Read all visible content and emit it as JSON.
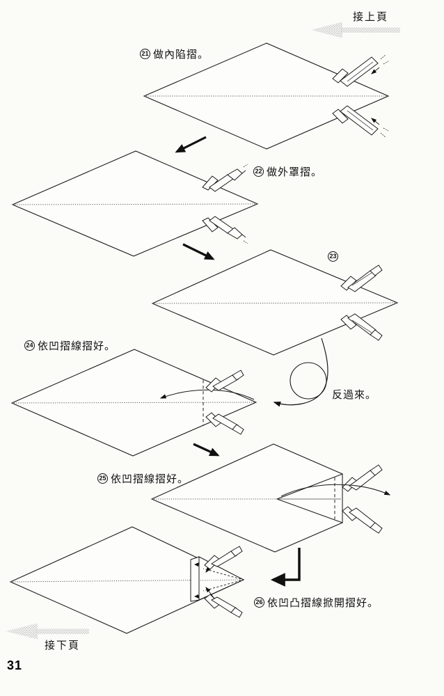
{
  "page": {
    "number": "31",
    "prev_link": "接上頁",
    "next_link": "接下頁"
  },
  "labels": {
    "turn_over": "反過來。"
  },
  "icons": {
    "prev_arrow": "halftone-arrow-left",
    "next_arrow": "halftone-arrow-left"
  },
  "steps": [
    {
      "num": "21",
      "caption": "做內陷摺。"
    },
    {
      "num": "22",
      "caption": "做外罩摺。"
    },
    {
      "num": "23",
      "caption": ""
    },
    {
      "num": "24",
      "caption": "依凹摺線摺好。"
    },
    {
      "num": "25",
      "caption": "依凹摺線摺好。"
    },
    {
      "num": "26",
      "caption": "依凹凸摺線掀開摺好。"
    }
  ]
}
